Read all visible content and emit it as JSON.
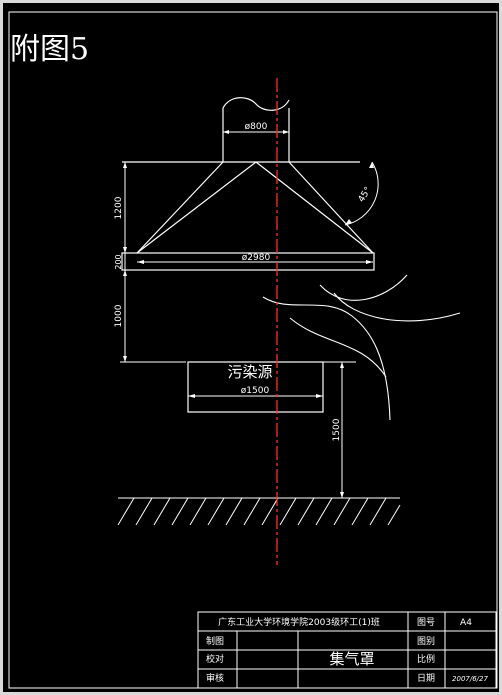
{
  "figure_title": "附图5",
  "labels": {
    "top_diameter": "ø800",
    "hood_height": "1200",
    "rim_height": "200",
    "hood_diameter": "ø2980",
    "angle": "45°",
    "gap_height": "1000",
    "source_name": "污染源",
    "source_diameter": "ø1500",
    "source_height": "1500"
  },
  "title_block": {
    "school": "广东工业大学环境学院2003级环工(1)班",
    "drawing_no_label": "图号",
    "drawing_no_value": "A4",
    "drawn_label": "制图",
    "checked_label": "校对",
    "reviewed_label": "审核",
    "drawing_name": "集气罩",
    "category_label": "图别",
    "scale_label": "比例",
    "date_label": "日期",
    "date_value": "2007/6/27"
  },
  "colors": {
    "background": "#000000",
    "lines": "#ffffff",
    "centerline": "#ff2a2a"
  }
}
